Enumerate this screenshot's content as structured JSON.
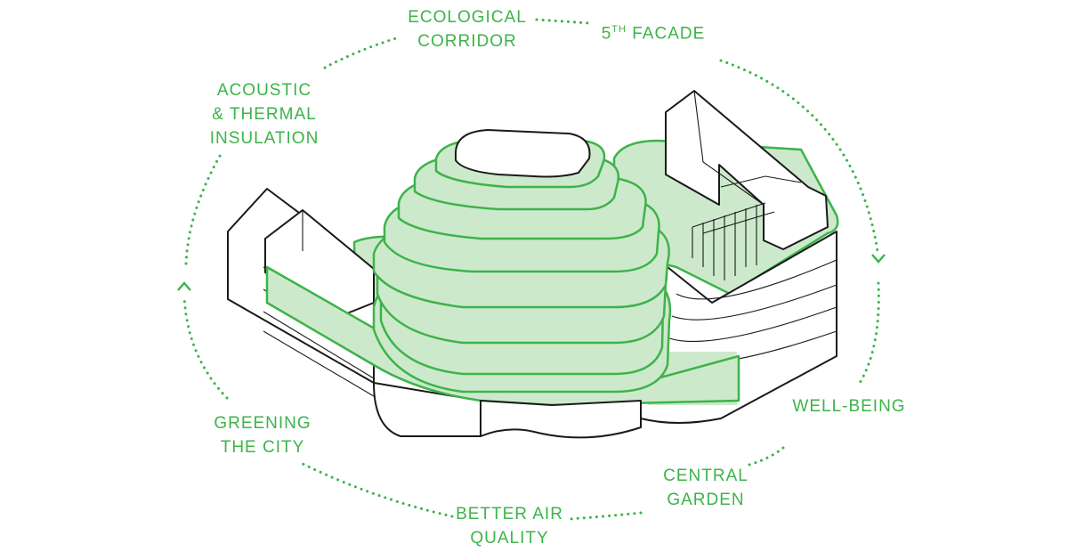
{
  "labels": {
    "ecological_corridor": [
      "ECOLOGICAL",
      "CORRIDOR"
    ],
    "fifth_facade": {
      "prefix": "5",
      "superscript": "TH",
      "text": "FACADE"
    },
    "acoustic_thermal": [
      "ACOUSTIC",
      "& THERMAL",
      "INSULATION"
    ],
    "well_being": "WELL-BEING",
    "greening_city": [
      "GREENING",
      "THE CITY"
    ],
    "central_garden": [
      "CENTRAL",
      "GARDEN"
    ],
    "better_air": [
      "BETTER AIR",
      "QUALITY"
    ]
  },
  "colors": {
    "green": "#3db34a",
    "green_fill": "#cde9cc",
    "outline": "#1a1a1a"
  }
}
